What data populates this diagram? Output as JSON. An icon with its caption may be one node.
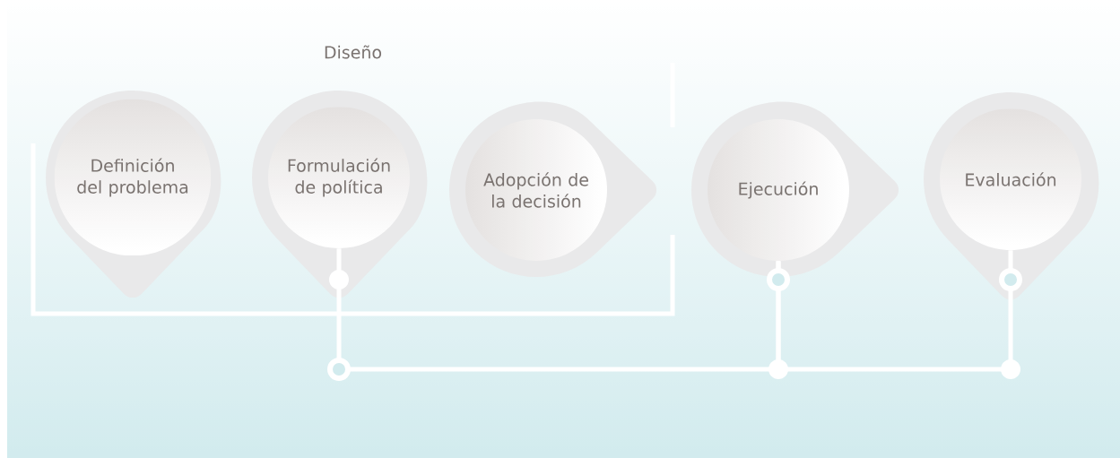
{
  "diagram": {
    "nodes": [
      {
        "text": [
          "Diseño"
        ]
      },
      {
        "text": [
          "Definición del problema"
        ],
        "in": 0
      },
      {
        "text": [
          "Formulación de política"
        ],
        "in": 0
      },
      {
        "text": [
          "Adopción de la decisión"
        ],
        "in": 0
      },
      {
        "text": [
          "Ejecución"
        ]
      },
      {
        "text": [
          "Evaluación"
        ]
      }
    ],
    "edges": [
      {
        "from": 2,
        "to": 4,
        "arrow": "none"
      },
      {
        "from": 4,
        "to": 5,
        "arrow": "none"
      }
    ]
  }
}
